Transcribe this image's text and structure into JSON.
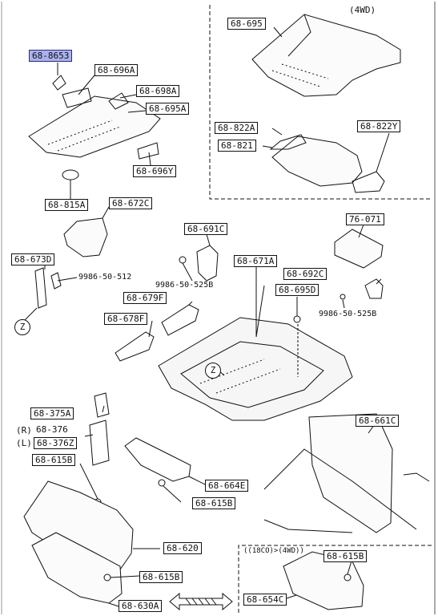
{
  "variant_4wd": "(4WD)",
  "variant_bottom": "((18CO)>(4WD))",
  "callouts": {
    "c68_8653": "68-8653",
    "c68_696A": "68-696A",
    "c68_698A": "68-698A",
    "c68_695A": "68-695A",
    "c68_696Y": "68-696Y",
    "c68_815A": "68-815A",
    "c68_672C": "68-672C",
    "c68_695": "68-695",
    "c68_822A": "68-822A",
    "c68_821": "68-821",
    "c68_822Y": "68-822Y",
    "c76_071": "76-071",
    "c68_691C": "68-691C",
    "c68_671A": "68-671A",
    "c68_692C": "68-692C",
    "c68_695D": "68-695D",
    "c68_673D": "68-673D",
    "c68_679F": "68-679F",
    "c68_678F": "68-678F",
    "c68_375A": "68-375A",
    "c68_376": "68-376",
    "c68_376Z": "68-376Z",
    "c68_615B_a": "68-615B",
    "c68_664E": "68-664E",
    "c68_615B_b": "68-615B",
    "c68_661C": "68-661C",
    "c68_620": "68-620",
    "c68_615B_c": "68-615B",
    "c68_630A": "68-630A",
    "c68_615B_d": "68-615B",
    "c68_654C": "68-654C"
  },
  "bolts": {
    "b1": "9986-50-512",
    "b2": "9986-50-525B",
    "b3": "9986-50-525B"
  },
  "side_markers": {
    "r": "(R)",
    "l": "(L)"
  },
  "ref_markers": {
    "z1": "Z",
    "z2": "Z"
  }
}
